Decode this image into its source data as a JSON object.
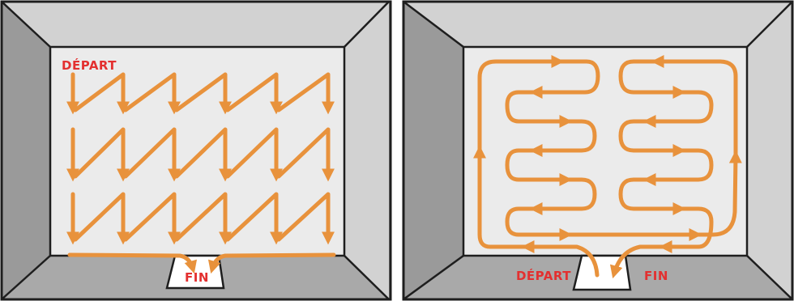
{
  "colors": {
    "wall_dark": "#9a9a9a",
    "wall_light": "#d2d2d2",
    "floor": "#ebebeb",
    "outline": "#1e1e1e",
    "arrow": "#e8923c",
    "label": "#e33030",
    "door": "#ffffff"
  },
  "panels": [
    {
      "labels": {
        "start": "DÉPART",
        "end": "FIN"
      }
    },
    {
      "labels": {
        "start": "DÉPART",
        "end": "FIN"
      }
    }
  ]
}
